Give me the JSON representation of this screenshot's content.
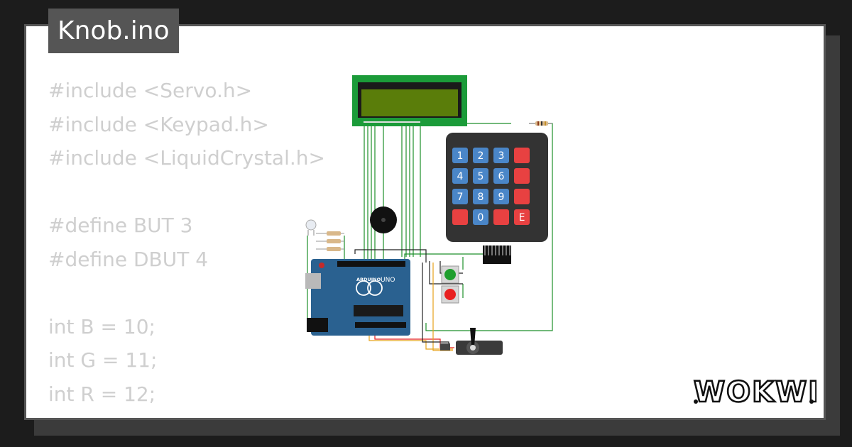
{
  "project": {
    "title": "Knob.ino"
  },
  "code_lines": [
    "#include <Servo.h>",
    "#include <Keypad.h>",
    "#include <LiquidCrystal.h>",
    "",
    "#define BUT 3",
    "#define DBUT 4",
    "",
    "int B = 10;",
    "int G = 11;",
    "int R = 12;"
  ],
  "keypad": {
    "keys": [
      "1",
      "2",
      "3",
      "",
      "4",
      "5",
      "6",
      "",
      "7",
      "8",
      "9",
      "",
      "",
      "0",
      "",
      "E"
    ],
    "colors": {
      "number": "#4a86c8",
      "red": "#e84141",
      "body": "#333333"
    }
  },
  "board": {
    "brand": "ARDUINO",
    "model": "UNO",
    "color": "#2a6190"
  },
  "buttons": {
    "green": "#1f9e2e",
    "red": "#e82020"
  },
  "lcd": {
    "screen": "#5a7d0a",
    "pcb": "#1b9b39"
  },
  "brand": {
    "logo": "WOKWI"
  }
}
